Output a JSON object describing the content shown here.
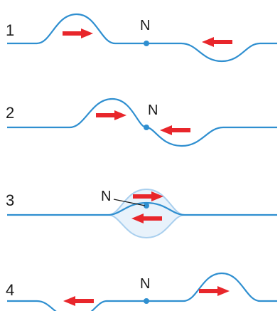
{
  "colors": {
    "wave": "#2f8fd0",
    "wave_light": "#a9cfee",
    "wave_light_fill": "#e8f2fb",
    "arrow": "#e8262b",
    "node": "#2f8fd0",
    "text": "#1a1a1a"
  },
  "node_label": "N",
  "rows": [
    {
      "number": "1",
      "node_label": "N"
    },
    {
      "number": "2",
      "node_label": "N"
    },
    {
      "number": "3",
      "node_label": "N"
    },
    {
      "number": "4",
      "node_label": "N"
    }
  ]
}
